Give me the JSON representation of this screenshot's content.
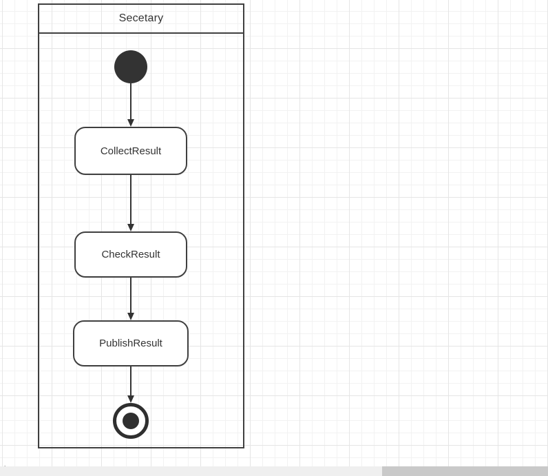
{
  "diagram": {
    "lane": {
      "title": "Secetary"
    },
    "nodes": [
      {
        "id": "start",
        "type": "initial-node"
      },
      {
        "id": "collect",
        "type": "activity",
        "label": "CollectResult"
      },
      {
        "id": "check",
        "type": "activity",
        "label": "CheckResult"
      },
      {
        "id": "publish",
        "type": "activity",
        "label": "PublishResult"
      },
      {
        "id": "end",
        "type": "final-node"
      }
    ],
    "edges": [
      {
        "from": "start",
        "to": "collect"
      },
      {
        "from": "collect",
        "to": "check"
      },
      {
        "from": "check",
        "to": "publish"
      },
      {
        "from": "publish",
        "to": "end"
      }
    ]
  },
  "colors": {
    "shape_stroke": "#3f3f3f",
    "shape_fill": "#ffffff",
    "solid_node_fill": "#333333",
    "text": "#333333",
    "grid_minor": "#f2f2f2",
    "grid_major": "#e5e5e5",
    "scrollbar_track": "#efefef",
    "scrollbar_thumb": "#c9c9c9"
  },
  "scrollbar": {
    "orientation": "horizontal"
  }
}
